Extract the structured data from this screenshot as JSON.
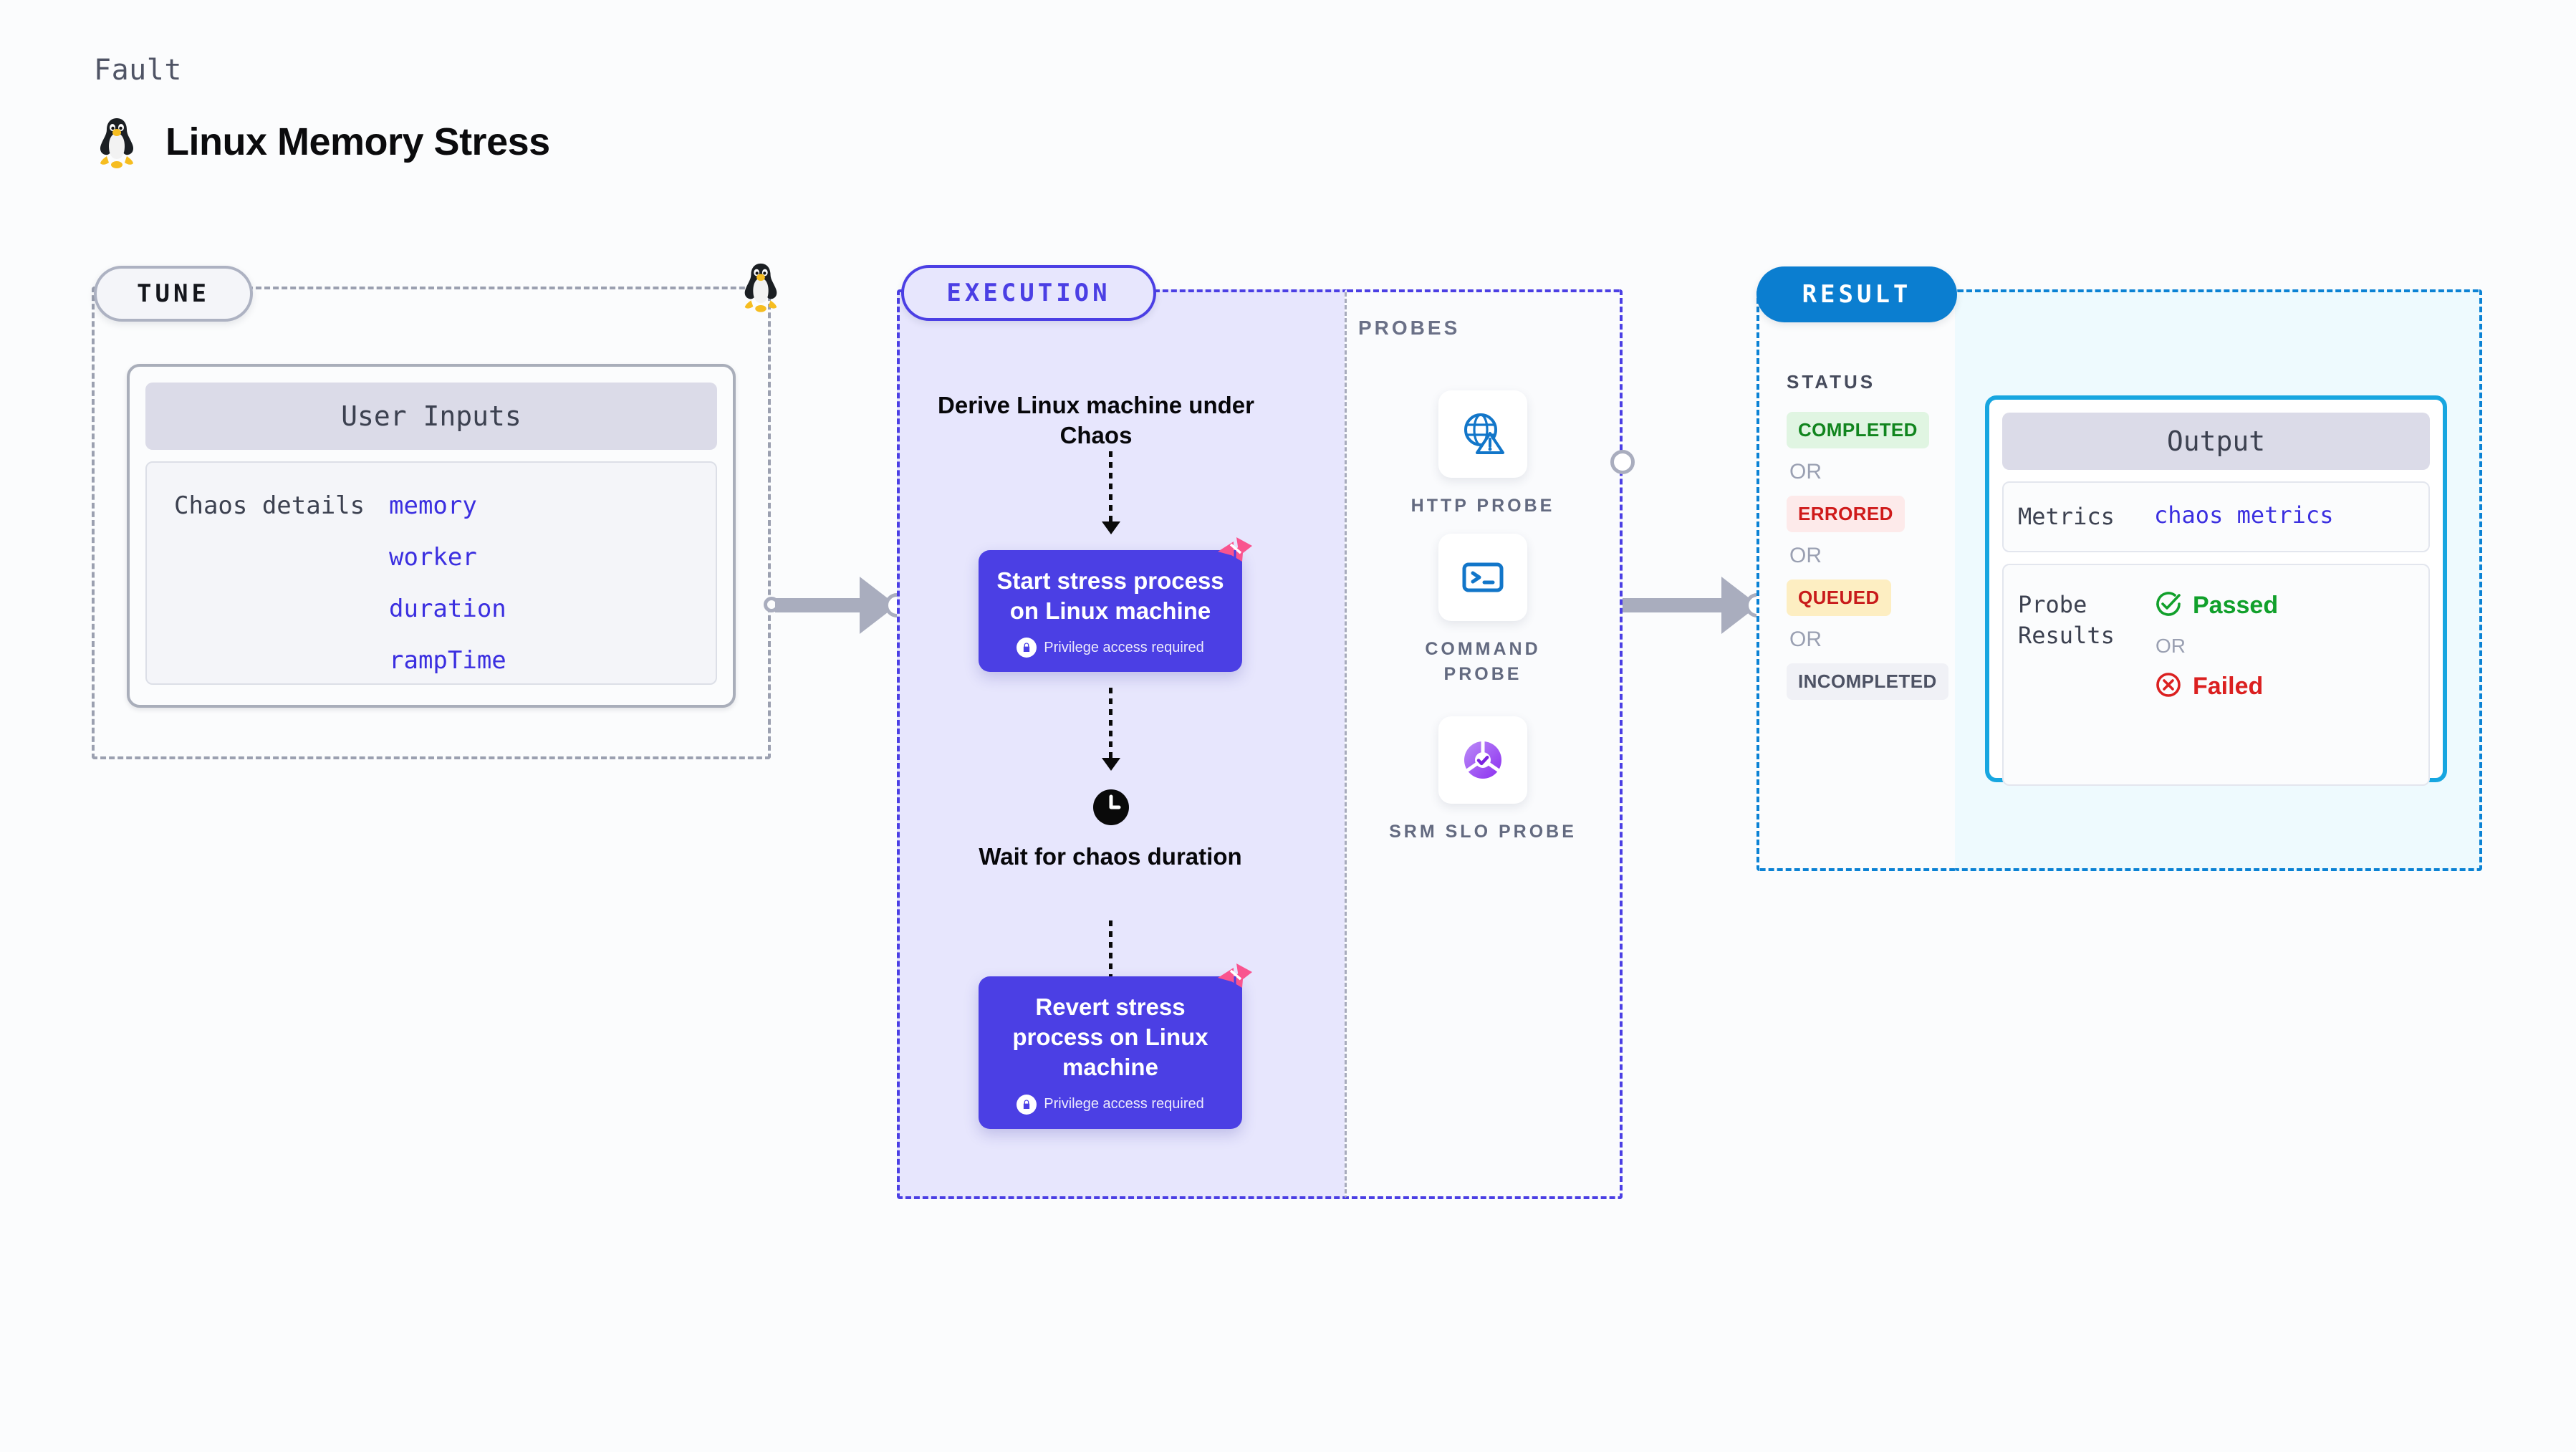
{
  "header": {
    "kicker": "Fault",
    "title": "Linux Memory Stress",
    "icon": "linux-tux-icon"
  },
  "tune": {
    "pill_label": "TUNE",
    "border_icon": "linux-tux-icon",
    "card": {
      "head": "User Inputs",
      "key": "Chaos details",
      "values": [
        "memory",
        "worker",
        "duration",
        "rampTime"
      ]
    }
  },
  "execution": {
    "pill_label": "EXECUTION",
    "head_step": "Derive Linux machine under Chaos",
    "step1": {
      "title": "Start stress process on Linux machine",
      "sub": "Privilege access required",
      "lock_icon": "lock-icon",
      "corner_icon": "litmus-logo-icon"
    },
    "wait": {
      "icon": "clock-icon",
      "label": "Wait for chaos duration"
    },
    "step2": {
      "title": "Revert stress process on Linux machine",
      "sub": "Privilege access required",
      "lock_icon": "lock-icon",
      "corner_icon": "litmus-logo-icon"
    }
  },
  "probes": {
    "title": "PROBES",
    "items": [
      {
        "label": "HTTP PROBE",
        "icon": "globe-warning-icon"
      },
      {
        "label": "COMMAND PROBE",
        "icon": "terminal-icon"
      },
      {
        "label": "SRM SLO PROBE",
        "icon": "slo-donut-check-icon"
      }
    ]
  },
  "result": {
    "pill_label": "RESULT",
    "status_title": "STATUS",
    "or_label": "OR",
    "statuses": [
      "COMPLETED",
      "ERRORED",
      "QUEUED",
      "INCOMPLETED"
    ],
    "output": {
      "head": "Output",
      "metrics_key": "Metrics",
      "metrics_val": "chaos metrics",
      "probe_key": "Probe Results",
      "passed": "Passed",
      "failed": "Failed",
      "or_label": "OR",
      "pass_icon": "check-circle-icon",
      "fail_icon": "x-circle-icon"
    }
  },
  "colors": {
    "accent_purple": "#4b3fe4",
    "accent_blue": "#0b7ed0",
    "accent_cyan": "#17a6e0",
    "pink": "#f9548f",
    "grey_dash": "#9ba0b0"
  }
}
